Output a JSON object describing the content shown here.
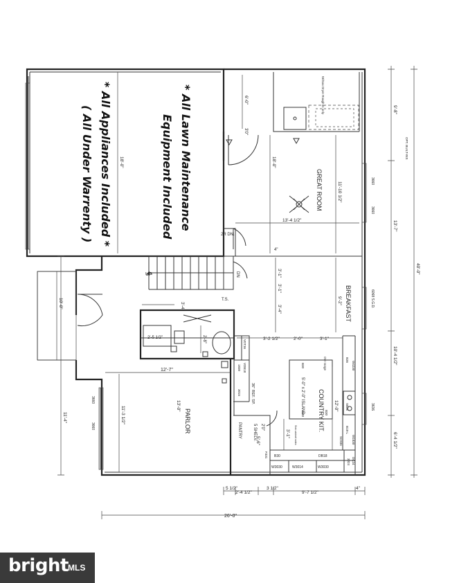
{
  "rooms": {
    "great_room": "GREAT ROOM",
    "breakfast": "BREAKFAST",
    "country_kit": "COUNTRY KIT.",
    "parlor": "PARLOR",
    "island": "5'-0\" x 2'-0\" ISLAND",
    "pantry": "PANTRY",
    "shelves": "5 SHELV.",
    "up": "UP",
    "dn": "DN",
    "two_r_dn": "2R DN.",
    "washer_dryer": "W/Gas Dryer Rough-in only"
  },
  "notes": {
    "line1": "* All Lawn Maintenance",
    "line2": "Equipment Included",
    "line3": "* All Appliances Included *",
    "line4": "( All Under Warrenty )"
  },
  "dims": {
    "d18_0_left": "18'-0\"",
    "d18_0_great": "18'-0\"",
    "d6_0": "6'-0\"",
    "d3_0": "3'0\"",
    "d11_10": "11'-10 1/2\"",
    "d13_4": "13'-4 1/2\"",
    "d3_1a": "3'-1\"",
    "d3_1b": "3'-1\"",
    "d3_4a": "3'-4\"",
    "d3_4b": "3'-4\"",
    "d9_2": "9'-2\"",
    "d2_5": "2'-5 1/2\"",
    "d2_8": "2'-8\"",
    "d3_2": "3'-2 1/2\"",
    "d2_0": "2'-0\"",
    "d3_1c": "3'-1\"",
    "d12_7": "12'-7\"",
    "d11_3": "11'-3 1/2\"",
    "d13_0": "13'-0\"",
    "d10_0": "10'-0\"",
    "d11_4": "11'-4\"",
    "d12_0": "12'-0\"",
    "d3_1d": "3'-1\"",
    "d5_6": "5'-6\"",
    "d2_0b": "2'0\"",
    "d4": "4\"",
    "ts": "T.S.",
    "ref_sp": "36\" REF. SP.",
    "ovr": "Ovr range",
    "bottom_5_1_2": "5 1/2\"",
    "bottom_2_4": "2'-4 1/2\"",
    "bottom_3_1_2": "3 1/2\"",
    "bottom_9_7": "9'-7 1/2\"",
    "bottom_4": "4\"",
    "bottom_26": "26'-0\"",
    "right_9_8": "9'-8\"",
    "right_opt": "OPT. BUILT-INS",
    "right_13_7": "13'-7\"",
    "right_40": "40'-0\"",
    "right_10_4": "10'-4 1/2\"",
    "right_6_4": "6'-4 1/2\""
  },
  "cabinets": {
    "w3660_a": "3660",
    "w3660_b": "3660",
    "w3660_c": "3660",
    "w3660_d": "3660",
    "sgd": "6068 S.G.D.",
    "w3636": "3636",
    "vdt36": "VDT36",
    "vdb18": "VDB18",
    "c1830": "1830",
    "c3015": "3015",
    "b30_a": "B30",
    "b30_b": "B30",
    "b30_c": "B30",
    "b30_d": "B30",
    "w4230": "W4230",
    "b36": "B36",
    "sb36": "SB36",
    "b18l": "B18-L",
    "w1830": "W1830",
    "dc24": "DC24",
    "c3024": "3024",
    "db18": "DB18",
    "w3030_a": "W3030",
    "w3014": "W3014",
    "w3030_b": "W3030",
    "f331": "F331",
    "sc836": "SC836",
    "sink_note": "Sink cabinet notes"
  },
  "watermark": {
    "brand": "bright",
    "mls": "MLS"
  }
}
